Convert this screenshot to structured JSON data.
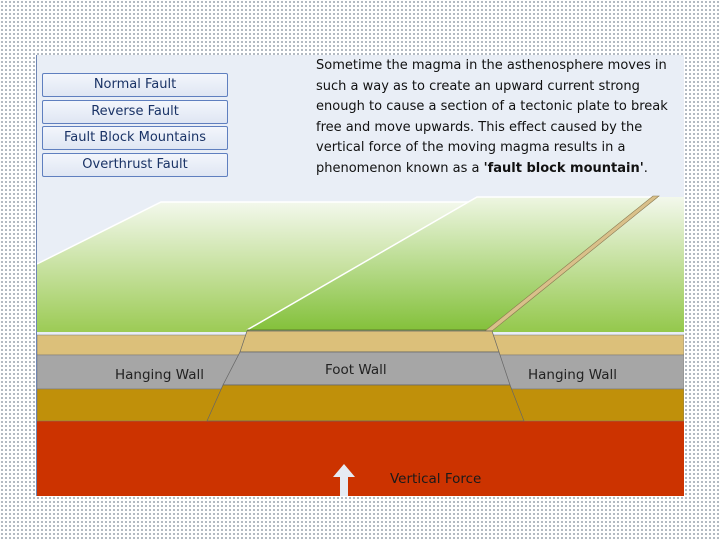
{
  "menu": [
    {
      "label": "Normal Fault"
    },
    {
      "label": "Reverse Fault"
    },
    {
      "label": "Fault Block Mountains"
    },
    {
      "label": "Overthrust Fault"
    }
  ],
  "description": {
    "text_before": "Sometime the magma in the asthenosphere moves in such a way as to create an upward current strong enough to cause a section of a tectonic plate to break free and move upwards. This effect caused by the vertical force of the moving magma results in a phenomenon known as a ",
    "emphasis": "'fault block mountain'",
    "text_after": "."
  },
  "labels": {
    "hanging_wall_left": "Hanging Wall",
    "foot_wall": "Foot Wall",
    "hanging_wall_right": "Hanging Wall",
    "vertical_force": "Vertical Force"
  },
  "colors": {
    "magma": "#cc3300",
    "grass_light": "#f2f7ea",
    "grass_dark": "#8fc640",
    "sand_layer": "#dcc07a",
    "rock_layer": "#a6a6a6",
    "ochre_layer": "#c0900a",
    "menu_border": "#5f7fbf"
  }
}
